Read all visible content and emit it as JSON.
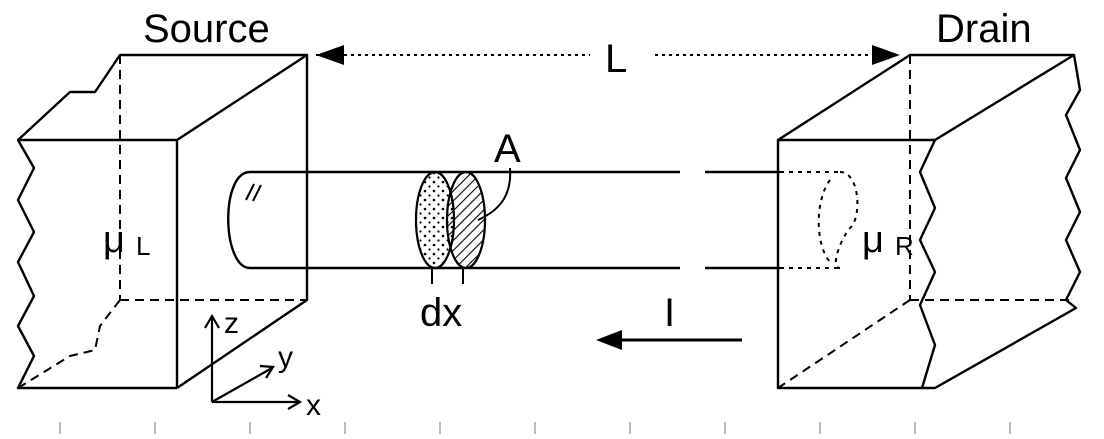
{
  "labels": {
    "source": "Source",
    "drain": "Drain",
    "length": "L",
    "area": "A",
    "mu": "μ",
    "mu_left_sub": "L",
    "mu_right_sub": "R",
    "slice": "dx",
    "current": "I",
    "axis_z": "z",
    "axis_y": "y",
    "axis_x": "x"
  }
}
